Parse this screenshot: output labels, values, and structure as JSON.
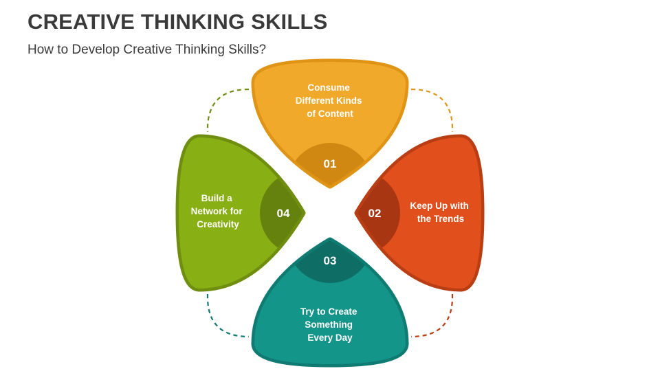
{
  "header": {
    "title": "CREATIVE THINKING SKILLS",
    "subtitle": "How to Develop Creative Thinking Skills?"
  },
  "steps": [
    {
      "number": "01",
      "lines": [
        "Consume",
        "Different Kinds",
        "of Content"
      ],
      "color": "#F0A92B",
      "dark": "#D08812",
      "rim": "#DF9415"
    },
    {
      "number": "02",
      "lines": [
        "Keep Up with",
        "the Trends"
      ],
      "color": "#E04F1C",
      "dark": "#A83613",
      "rim": "#B93E14"
    },
    {
      "number": "03",
      "lines": [
        "Try to Create",
        "Something",
        "Every Day"
      ],
      "color": "#14958A",
      "dark": "#0E6D65",
      "rim": "#0F7B72"
    },
    {
      "number": "04",
      "lines": [
        "Build a",
        "Network for",
        "Creativity"
      ],
      "color": "#88B014",
      "dark": "#66820E",
      "rim": "#6F8E10"
    }
  ]
}
